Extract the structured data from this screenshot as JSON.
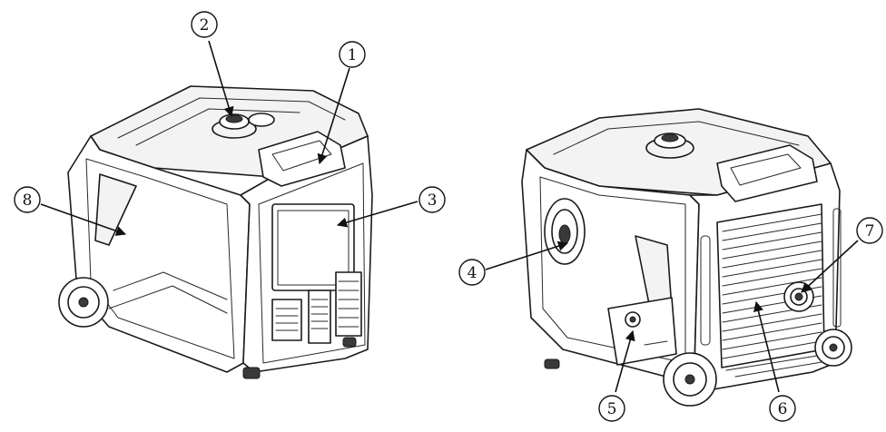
{
  "callouts": [
    {
      "id": "1",
      "label": "①"
    },
    {
      "id": "2",
      "label": "②"
    },
    {
      "id": "3",
      "label": "③"
    },
    {
      "id": "4",
      "label": "④"
    },
    {
      "id": "5",
      "label": "⑤"
    },
    {
      "id": "6",
      "label": "⑥"
    },
    {
      "id": "7",
      "label": "⑦"
    },
    {
      "id": "8",
      "label": "⑧"
    }
  ],
  "colors": {
    "line": "#1a1a1a",
    "background": "#ffffff"
  }
}
